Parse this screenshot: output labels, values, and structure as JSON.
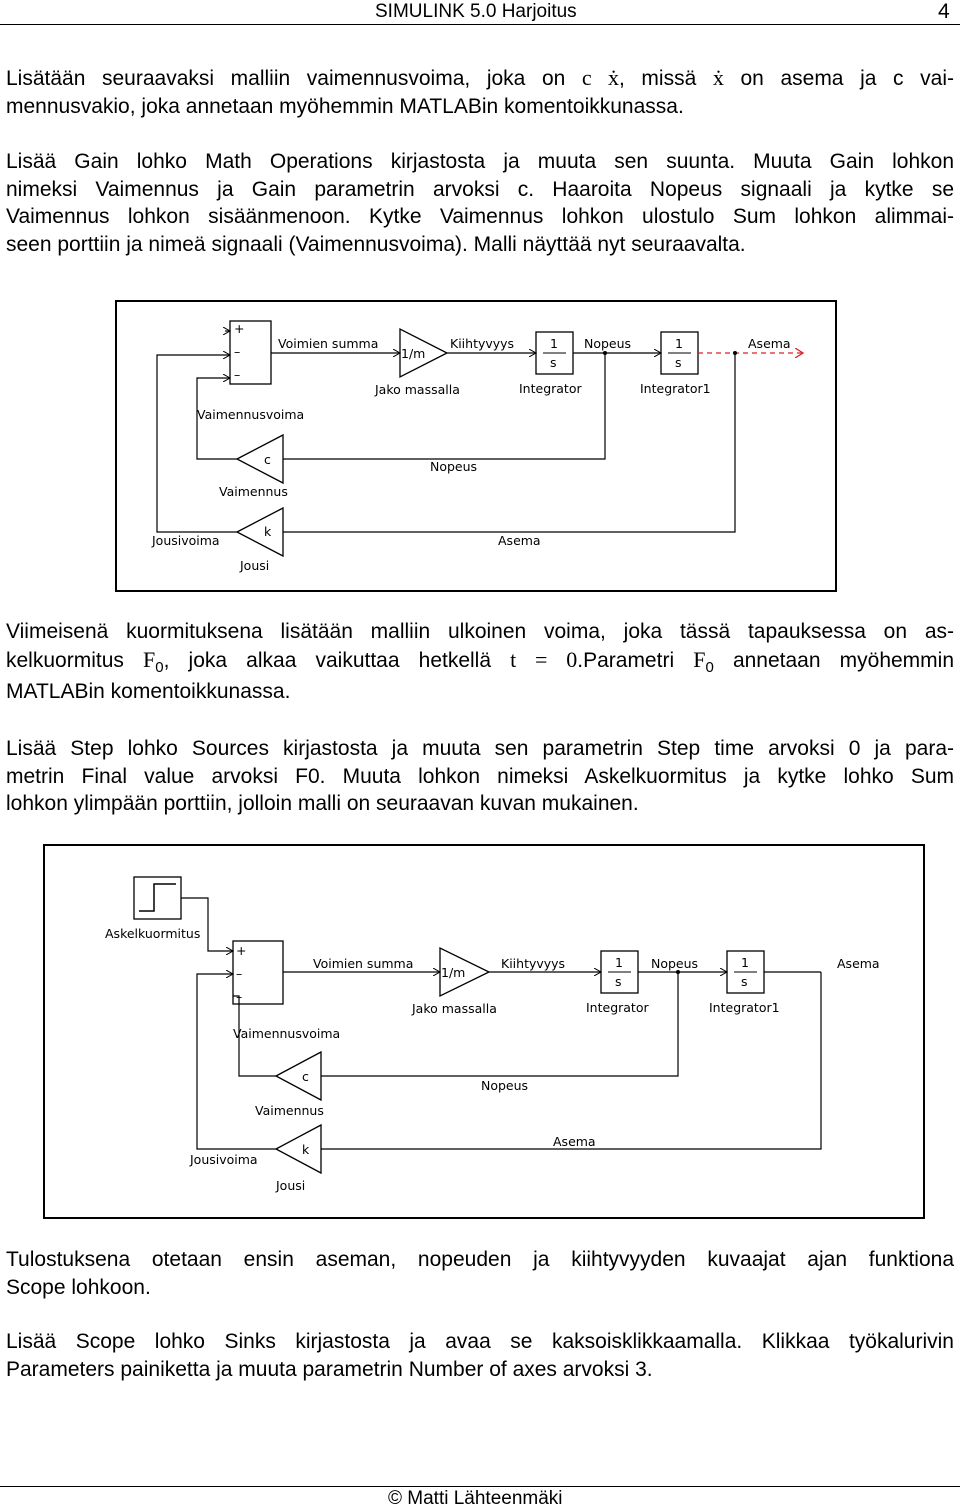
{
  "header": {
    "title": "SIMULINK 5.0 Harjoitus",
    "page_number": "4"
  },
  "p1": {
    "l1a": "Lisätään seuraavaksi malliin vaimennusvoima, joka on ",
    "l1_math1": "c ẋ",
    "l1b": ", missä ",
    "l1_math2": "ẋ",
    "l1c": " on asema ja c vai-",
    "l2": "mennusvakio, joka annetaan myöhemmin MATLABin komentoikkunassa."
  },
  "p2": {
    "l1": "Lisää Gain lohko Math Operations kirjastosta ja muuta sen suunta. Muuta Gain lohkon",
    "l2": "nimeksi Vaimennus ja Gain parametrin arvoksi c. Haaroita Nopeus signaali ja kytke se",
    "l3": "Vaimennus lohkon sisäänmenoon. Kytke Vaimennus lohkon ulostulo Sum lohkon alimmai-",
    "l4": "seen porttiin ja nimeä signaali (Vaimennusvoima). Malli näyttää nyt seuraavalta."
  },
  "diagram1": {
    "sum_signs": [
      "+",
      "–",
      "–"
    ],
    "gain_mass": "1/m",
    "int_num": "1",
    "int_den": "s",
    "gain_c": "c",
    "gain_k": "k",
    "labels": {
      "voimien_summa": "Voimien summa",
      "kiihtyvyys": "Kiihtyvyys",
      "nopeus": "Nopeus",
      "asema": "Asema",
      "jako_massalla": "Jako massalla",
      "integrator": "Integrator",
      "integrator1": "Integrator1",
      "vaimennusvoima": "Vaimennusvoima",
      "vaimennus": "Vaimennus",
      "nopeus_fb": "Nopeus",
      "jousivoima": "Jousivoima",
      "asema_fb": "Asema",
      "jousi": "Jousi"
    }
  },
  "p3": {
    "l1": "Viimeisenä kuormituksena lisätään malliin ulkoinen voima, joka tässä tapauksessa on as-",
    "l2a": "kelkuormitus ",
    "l2_F": "F",
    "l2_sub": "0",
    "l2b": ", joka alkaa vaikuttaa hetkellä ",
    "l2_math": "t = 0",
    "l2c": ".Parametri ",
    "l2_F2": "F",
    "l2_sub2": "0",
    "l2d": " annetaan myöhemmin",
    "l3": "MATLABin komentoikkunassa."
  },
  "p4": {
    "l1": "Lisää Step lohko Sources kirjastosta ja muuta sen parametrin Step time arvoksi 0 ja para-",
    "l2": "metrin Final value arvoksi F0. Muuta lohkon nimeksi Askelkuormitus ja kytke lohko Sum",
    "l3": "lohkon ylimpään porttiin, jolloin malli on seuraavan kuvan mukainen."
  },
  "diagram2": {
    "sum_signs": [
      "+",
      "–",
      "–"
    ],
    "gain_mass": "1/m",
    "int_num": "1",
    "int_den": "s",
    "gain_c": "c",
    "gain_k": "k",
    "labels": {
      "askelkuormitus": "Askelkuormitus",
      "voimien_summa": "Voimien summa",
      "kiihtyvyys": "Kiihtyvyys",
      "nopeus": "Nopeus",
      "asema": "Asema",
      "jako_massalla": "Jako massalla",
      "integrator": "Integrator",
      "integrator1": "Integrator1",
      "vaimennusvoima": "Vaimennusvoima",
      "vaimennus": "Vaimennus",
      "nopeus_fb": "Nopeus",
      "jousivoima": "Jousivoima",
      "asema_fb": "Asema",
      "jousi": "Jousi"
    }
  },
  "p5": {
    "l1": "Tulostuksena otetaan ensin aseman, nopeuden ja kiihtyvyyden kuvaajat ajan funktiona",
    "l2": "Scope lohkoon."
  },
  "p6": {
    "l1": "Lisää Scope lohko Sinks kirjastosta ja avaa se kaksoisklikkaamalla. Klikkaa työkalurivin",
    "l2": "Parameters painiketta ja muuta parametrin Number of axes arvoksi 3."
  },
  "footer": {
    "text": "© Matti Lähteenmäki"
  }
}
